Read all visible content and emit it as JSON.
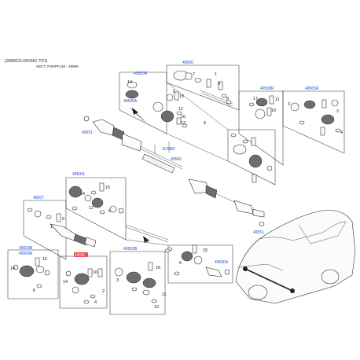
{
  "header": {
    "engine": "(2000CC>DOHC-TCI)",
    "ref": "SECT. PSRPF119 - 49596"
  },
  "part_labels": {
    "p49506": "49506",
    "p49500R": "49500R",
    "p49590A_top": "49590A",
    "p49508R": "49508R",
    "p49505R": "49505R",
    "p49551_top": "49551",
    "p1140EF": "1140EF",
    "p49560": "49560",
    "p49500L": "49500L",
    "p49507": "49507",
    "p49551_bottom": "49551",
    "p49509B": "49509B",
    "p49509A": "49509A",
    "p49503B": "49503B",
    "p49590A_bottom": "49590A",
    "p_highlight": "49596"
  },
  "callouts": [
    "14",
    "5",
    "15",
    "12",
    "16",
    "13",
    "6",
    "9",
    "8",
    "1",
    "7",
    "11",
    "10",
    "17",
    "2",
    "3",
    "4"
  ],
  "colors": {
    "part_number": "#1d4fd6",
    "highlight": "#f04b58",
    "line": "#222222"
  }
}
